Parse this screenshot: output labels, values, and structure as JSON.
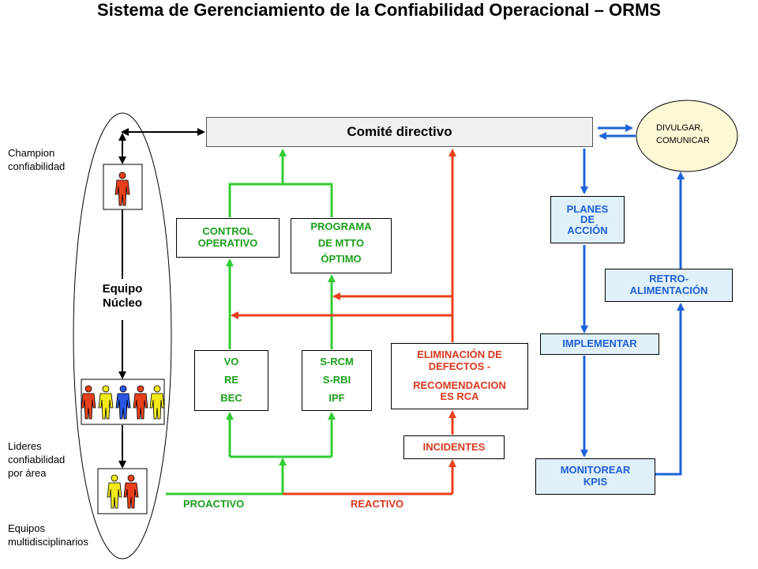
{
  "title": "Sistema de Gerenciamiento de la Confiabilidad Operacional – ORMS",
  "committee": "Comité directivo",
  "divulgar": [
    "DIVULGAR,",
    "COMUNICAR"
  ],
  "side": {
    "champion": [
      "Champion",
      "confiabilidad"
    ],
    "core_team": [
      "Equipo",
      "Núcleo"
    ],
    "leaders": [
      "Lideres",
      "confiabilidad",
      "por área"
    ],
    "teams": [
      "Equipos",
      "multidisciplinarios"
    ]
  },
  "boxes": {
    "control": [
      "CONTROL",
      "OPERATIVO"
    ],
    "programa": [
      "PROGRAMA",
      "DE MTTO",
      "ÓPTIMO"
    ],
    "vo": [
      "VO",
      "RE",
      "BEC"
    ],
    "srcm": [
      "S-RCM",
      "S-RBI",
      "IPF"
    ],
    "elim_a": [
      "ELIMINACIÓN DE",
      "DEFECTOS -"
    ],
    "elim_b": [
      "RECOMENDACION",
      "ES RCA"
    ],
    "incidentes": "INCIDENTES",
    "planes": [
      "PLANES",
      "DE",
      "ACCIÓN"
    ],
    "retro": [
      "RETRO-",
      "ALIMENTACIÓN"
    ],
    "implementar": "IMPLEMENTAR",
    "monitorear": [
      "MONITOREAR",
      "KPIS"
    ]
  },
  "labels": {
    "proactivo": "PROACTIVO",
    "reactivo": "REACTIVO"
  },
  "colors": {
    "green": "#33cc33",
    "red": "#e8401c",
    "blue": "#1f63d8",
    "figure_red": "#e8401c",
    "figure_yellow": "#f2ea1a",
    "figure_blue": "#2a55e0",
    "ellipse_fill": "#fff8d6"
  }
}
